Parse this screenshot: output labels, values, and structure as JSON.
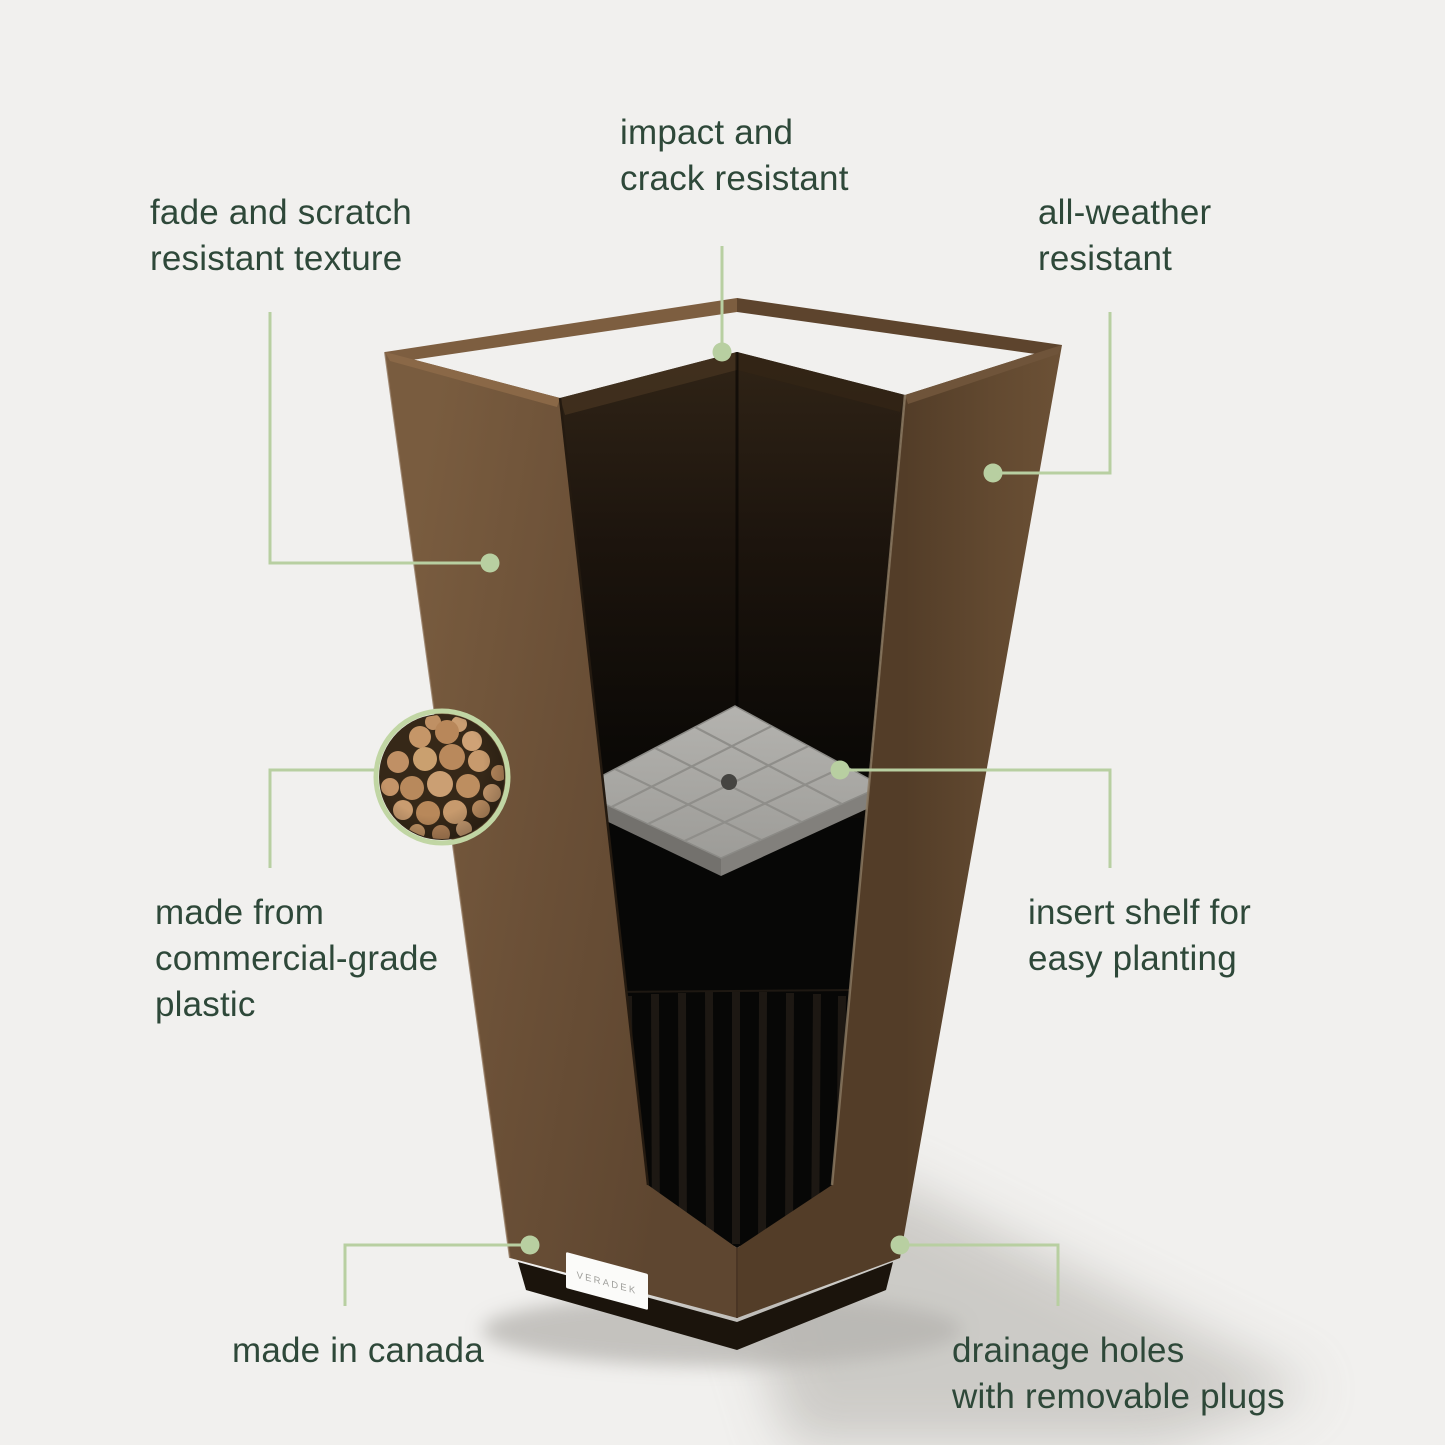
{
  "page": {
    "background_color": "#f1f0ee",
    "text_color": "#2e4839",
    "accent_line_color": "#b8cfa1"
  },
  "product": {
    "brand_label": "veradek",
    "subject": "tall tapered planter cutaway view",
    "body_color": "#6b5037",
    "shelf_color": "#a9a8a4",
    "pebble_color": "#c79a6d"
  },
  "callouts": {
    "impact_crack": {
      "text": "impact and\ncrack resistant"
    },
    "fade_scratch": {
      "text": "fade and scratch\nresistant texture"
    },
    "all_weather": {
      "text": "all-weather\nresistant"
    },
    "commercial_plastic": {
      "text": "made from\ncommercial-grade\nplastic"
    },
    "insert_shelf": {
      "text": "insert shelf for\neasy planting"
    },
    "made_in_canada": {
      "text": "made in canada"
    },
    "drainage": {
      "text": "drainage holes\nwith removable plugs"
    }
  }
}
